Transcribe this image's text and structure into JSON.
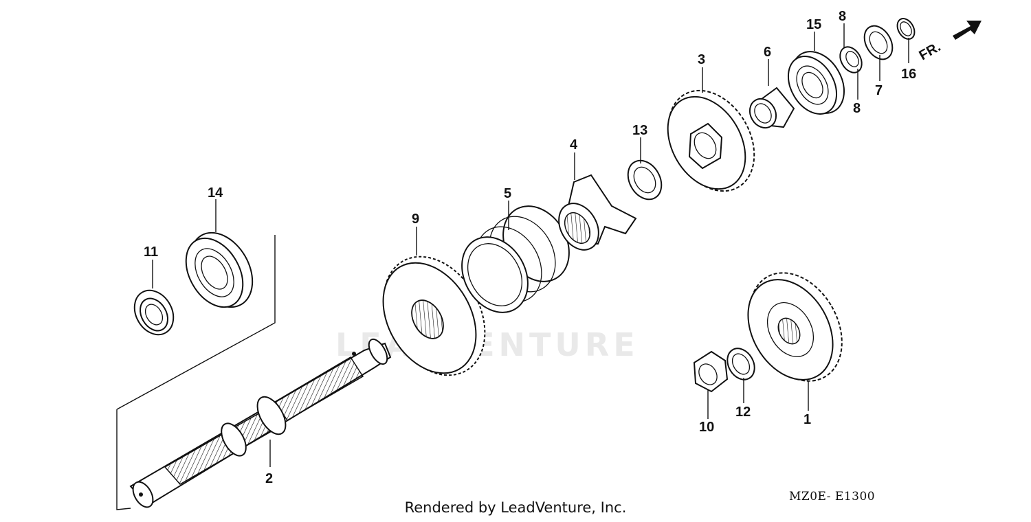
{
  "diagram": {
    "footer_text": "Rendered by LeadVenture, Inc.",
    "diagram_code": "MZ0E- E1300",
    "watermark": "LEADVENTURE",
    "front_arrow_label": "FR.",
    "callouts": [
      "1",
      "2",
      "3",
      "4",
      "5",
      "6",
      "7",
      "8",
      "8",
      "9",
      "10",
      "11",
      "12",
      "13",
      "14",
      "15",
      "16"
    ]
  }
}
